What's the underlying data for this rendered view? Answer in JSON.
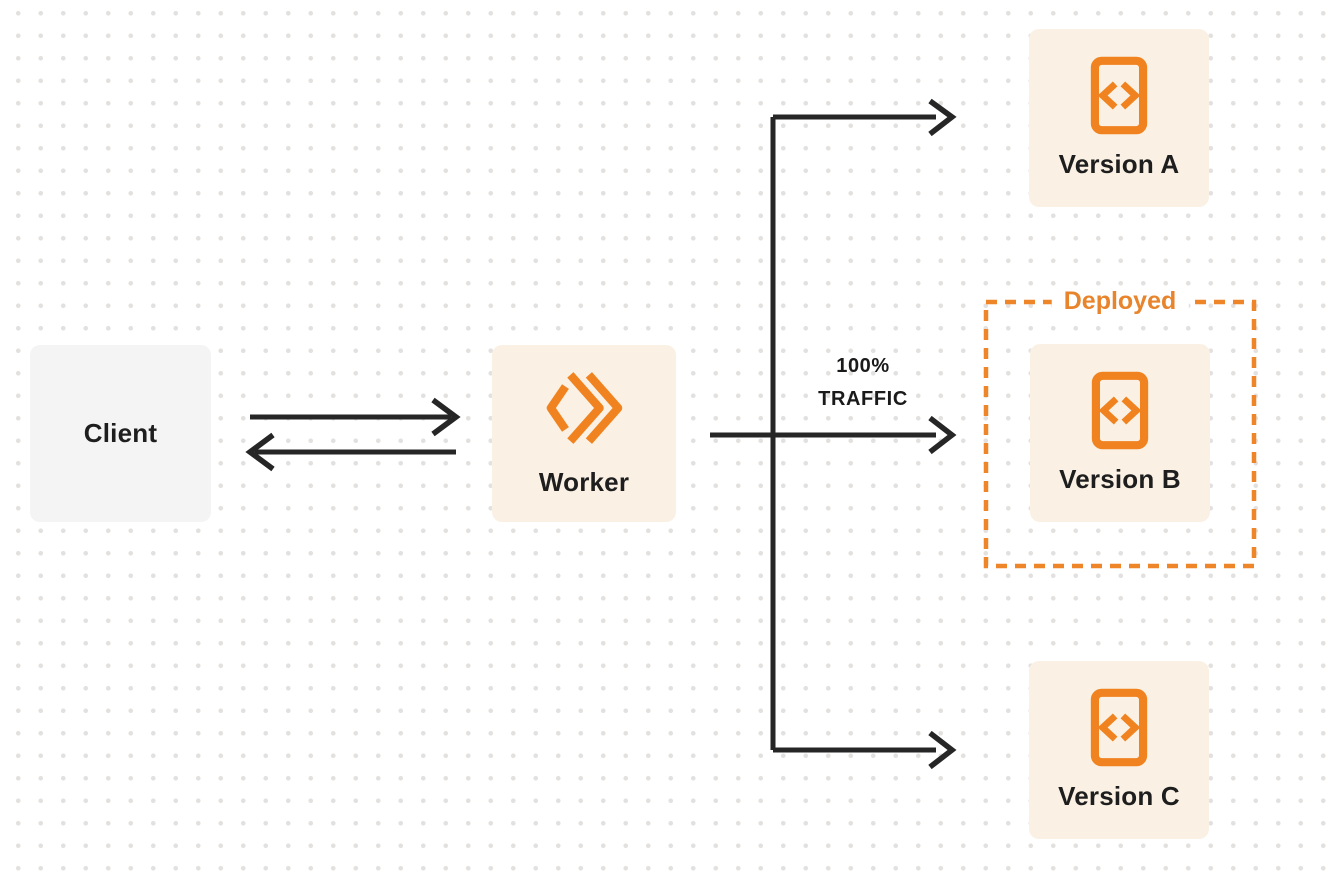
{
  "diagram": {
    "description": "Worker traffic routing between deployed versions",
    "nodes": {
      "client": {
        "label": "Client"
      },
      "worker": {
        "label": "Worker"
      },
      "version_a": {
        "label": "Version A"
      },
      "version_b": {
        "label": "Version B"
      },
      "version_c": {
        "label": "Version C"
      }
    },
    "annotations": {
      "traffic_line1": "100%",
      "traffic_line2": "TRAFFIC",
      "deployed": "Deployed"
    },
    "connections": [
      {
        "from": "client",
        "to": "worker",
        "type": "arrow-right"
      },
      {
        "from": "worker",
        "to": "client",
        "type": "arrow-left"
      },
      {
        "from": "worker",
        "to": "version_a",
        "type": "branch-arrow"
      },
      {
        "from": "worker",
        "to": "version_b",
        "type": "branch-arrow",
        "label": "100% TRAFFIC"
      },
      {
        "from": "worker",
        "to": "version_c",
        "type": "branch-arrow"
      }
    ],
    "colors": {
      "accent_orange": "#F0831F",
      "deployed_text": "#E8842C",
      "dashed_outline": "#EE8629",
      "arrow_dark": "#262626",
      "client_box_bg": "#F4F4F5",
      "orange_box_bg": "#FAF1E4",
      "label_text": "#1E1E1E",
      "dot_grid": "#E3E1DF",
      "page_bg": "#FFFFFF"
    }
  }
}
